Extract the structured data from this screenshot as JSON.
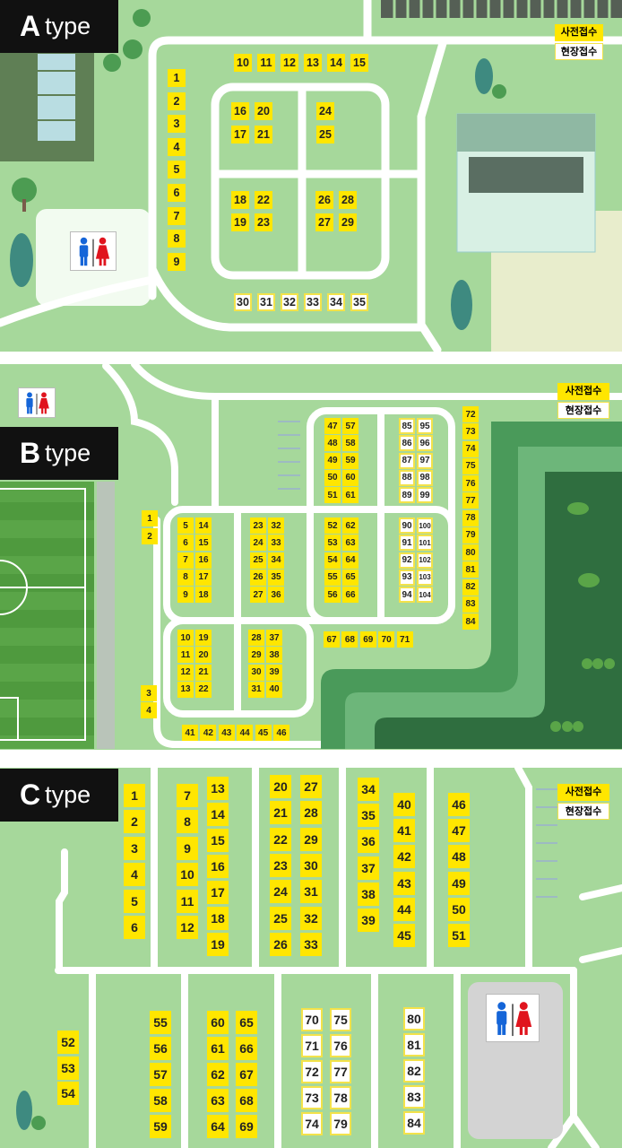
{
  "legend": {
    "pre_registration": "사전접수",
    "onsite_registration": "현장접수"
  },
  "colors": {
    "pre_registration": "#ffe600",
    "onsite_registration": "#ffffff",
    "grass": "#a6d89b",
    "road": "#ffffff"
  },
  "sections": [
    {
      "id": "A",
      "label_letter": "A",
      "label_word": "type",
      "sites_pre": [
        1,
        2,
        3,
        4,
        5,
        6,
        7,
        8,
        9,
        10,
        11,
        12,
        13,
        14,
        15,
        16,
        17,
        18,
        19,
        20,
        21,
        22,
        23,
        24,
        25,
        26,
        27,
        28,
        29
      ],
      "sites_onsite": [
        30,
        31,
        32,
        33,
        34,
        35
      ]
    },
    {
      "id": "B",
      "label_letter": "B",
      "label_word": "type",
      "sites_pre": [
        1,
        2,
        3,
        4,
        5,
        6,
        7,
        8,
        9,
        10,
        11,
        12,
        13,
        14,
        15,
        16,
        17,
        18,
        19,
        20,
        21,
        22,
        23,
        24,
        25,
        26,
        27,
        28,
        29,
        30,
        31,
        32,
        33,
        34,
        35,
        36,
        37,
        38,
        39,
        40,
        41,
        42,
        43,
        44,
        45,
        46,
        47,
        48,
        49,
        50,
        51,
        52,
        53,
        54,
        55,
        56,
        57,
        58,
        59,
        60,
        61,
        62,
        63,
        64,
        65,
        66,
        67,
        68,
        69,
        70,
        71,
        72,
        73,
        74,
        75,
        76,
        77,
        78,
        79,
        80,
        81,
        82,
        83,
        84
      ],
      "sites_onsite": [
        85,
        86,
        87,
        88,
        89,
        90,
        91,
        92,
        93,
        94,
        95,
        96,
        97,
        98,
        99,
        100,
        101,
        102,
        103,
        104
      ]
    },
    {
      "id": "C",
      "label_letter": "C",
      "label_word": "type",
      "sites_pre": [
        1,
        2,
        3,
        4,
        5,
        6,
        7,
        8,
        9,
        10,
        11,
        12,
        13,
        14,
        15,
        16,
        17,
        18,
        19,
        20,
        21,
        22,
        23,
        24,
        25,
        26,
        27,
        28,
        29,
        30,
        31,
        32,
        33,
        34,
        35,
        36,
        37,
        38,
        39,
        40,
        41,
        42,
        43,
        44,
        45,
        46,
        47,
        48,
        49,
        50,
        51,
        52,
        53,
        54,
        55,
        56,
        57,
        58,
        59,
        60,
        61,
        62,
        63,
        64,
        65,
        66,
        67,
        68,
        69
      ],
      "sites_onsite": [
        70,
        71,
        72,
        73,
        74,
        75,
        76,
        77,
        78,
        79,
        80,
        81,
        82,
        83,
        84
      ]
    }
  ],
  "icons": [
    "restroom-icon",
    "tree-icon",
    "building-icon",
    "parking-icon",
    "soccer-field-icon"
  ]
}
